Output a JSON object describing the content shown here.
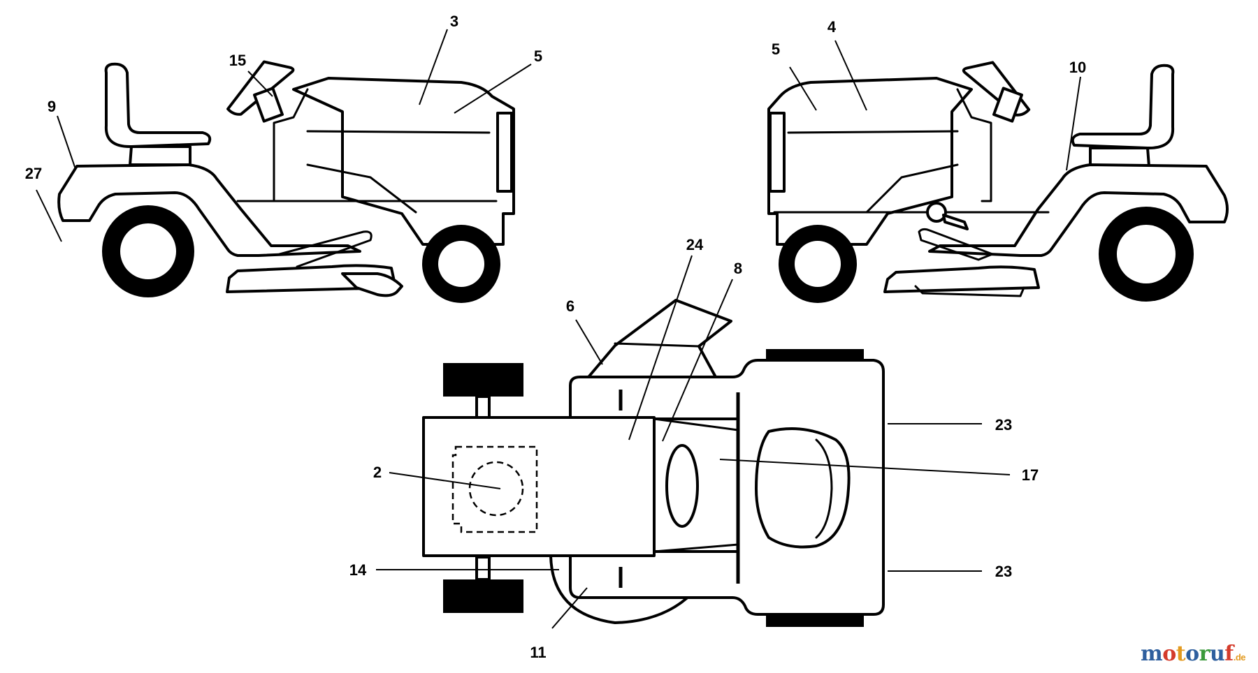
{
  "title": "",
  "callouts": [
    "3",
    "5",
    "15",
    "9",
    "27",
    "4",
    "5",
    "10",
    "24",
    "8",
    "6",
    "2",
    "23",
    "17",
    "23",
    "14",
    "11"
  ],
  "watermark": {
    "parts": [
      {
        "text": "m",
        "color": "#2e5f9e"
      },
      {
        "text": "o",
        "color": "#d43b2b"
      },
      {
        "text": "t",
        "color": "#e39a1f"
      },
      {
        "text": "o",
        "color": "#2e5f9e"
      },
      {
        "text": "r",
        "color": "#3a9a3a"
      },
      {
        "text": "u",
        "color": "#2e5f9e"
      },
      {
        "text": "f",
        "color": "#d43b2b"
      }
    ],
    "tld": ".de",
    "tld_color": "#e39a1f"
  }
}
